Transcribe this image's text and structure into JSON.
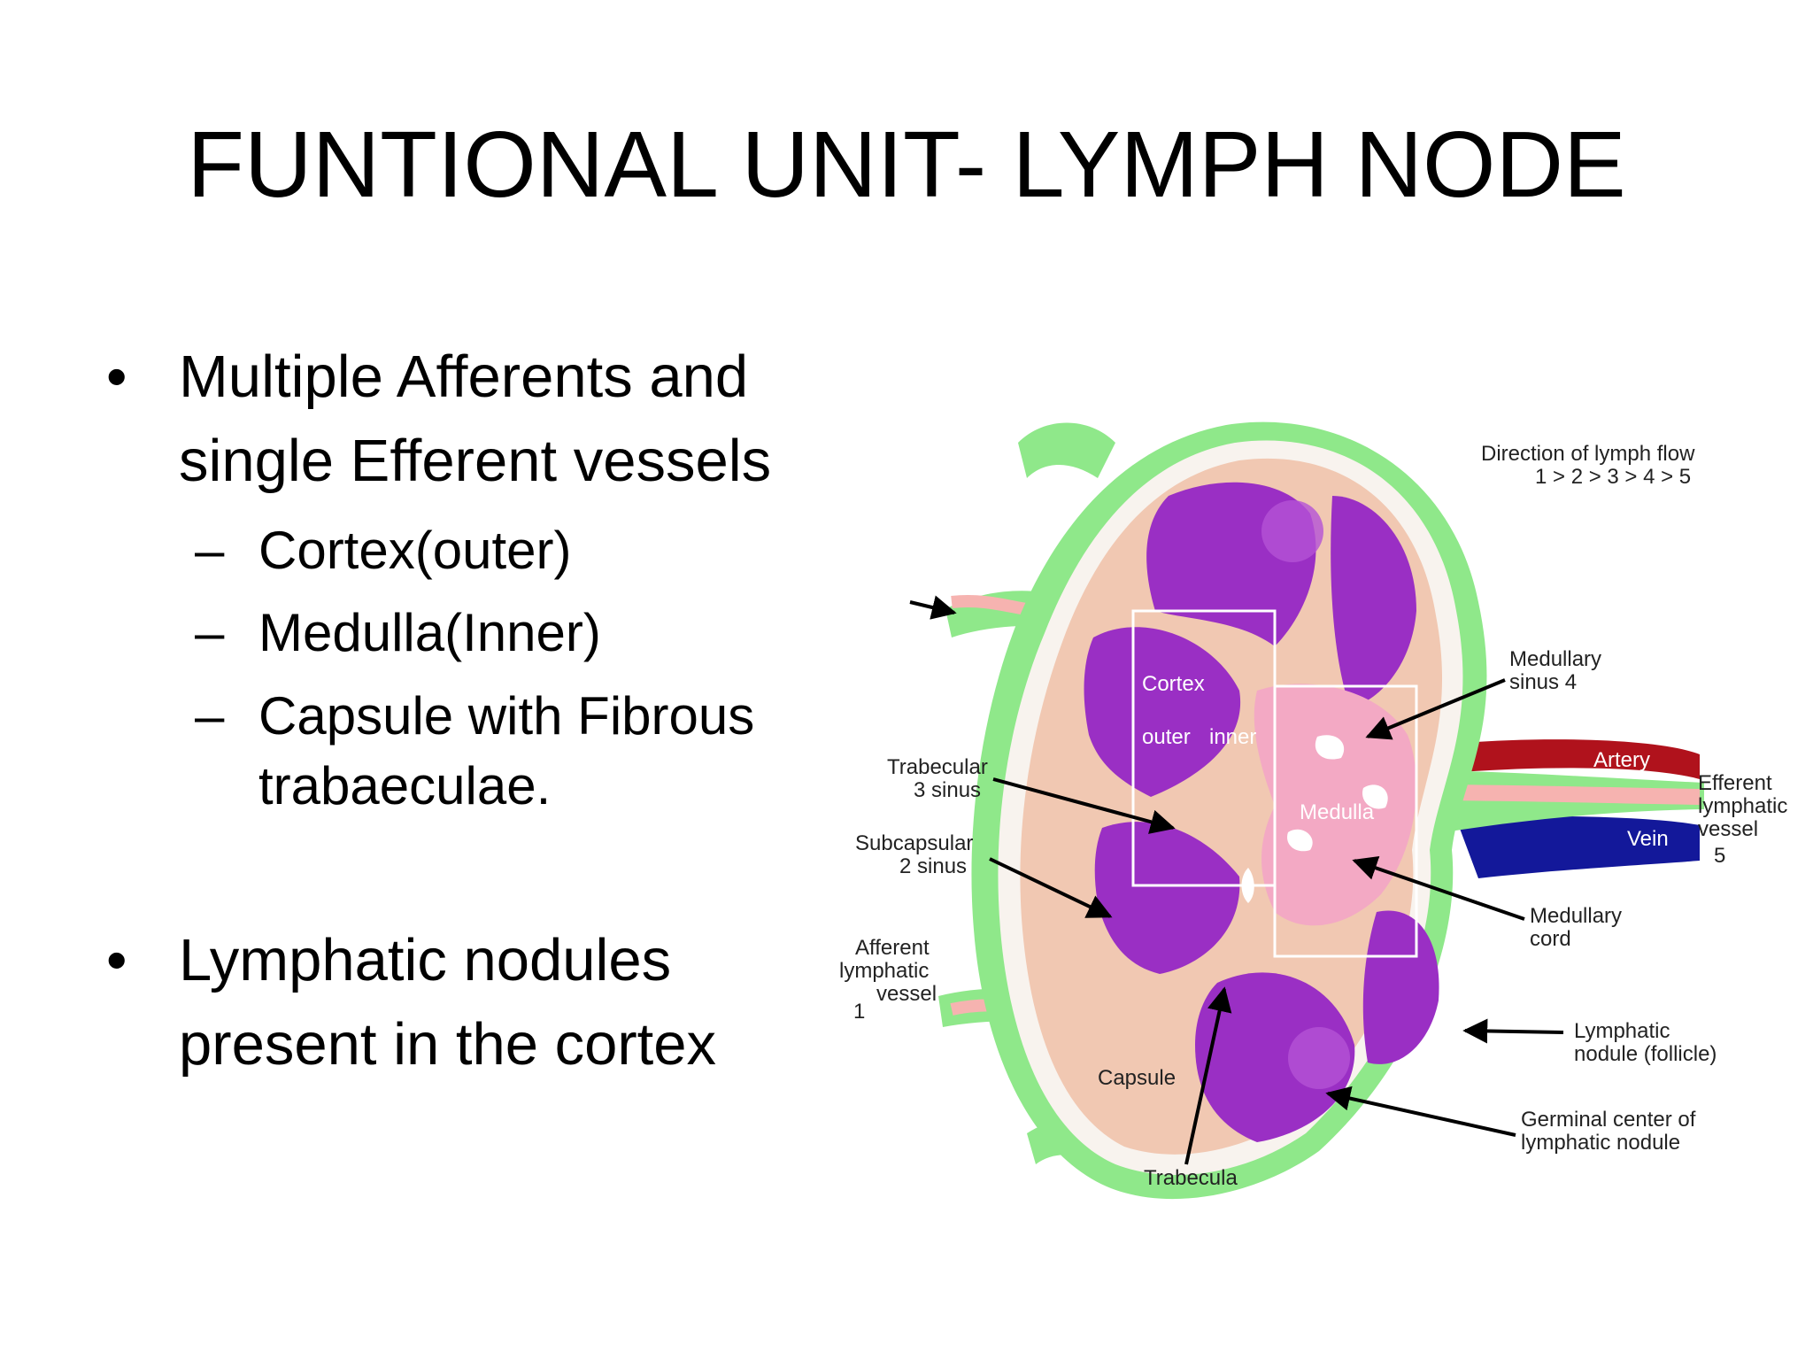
{
  "title": "FUNTIONAL UNIT- LYMPH NODE",
  "bullets": [
    {
      "text": "Multiple Afferents and single Efferent vessels",
      "children": [
        "Cortex(outer)",
        "Medulla(Inner)",
        "Capsule  with Fibrous trabaeculae."
      ]
    },
    {
      "text": "Lymphatic nodules present in the cortex",
      "children": []
    }
  ],
  "diagram": {
    "flow_title": "Direction of lymph flow",
    "flow_sequence": "1 > 2 > 3 > 4 > 5",
    "cortex": "Cortex",
    "outer": "outer",
    "inner": "inner",
    "medulla": "Medulla",
    "medullary_sinus": "Medullary",
    "medullary_sinus_2": "sinus 4",
    "trabecular_sinus": "Trabecular",
    "trabecular_sinus_2": "3  sinus",
    "subcapsular_sinus": "Subcapsular",
    "subcapsular_sinus_2": "2  sinus",
    "afferent_1": "Afferent",
    "afferent_2": "lymphatic",
    "afferent_3": "vessel",
    "afferent_num": "1",
    "artery": "Artery",
    "vein": "Vein",
    "efferent_1": "Efferent",
    "efferent_2": "lymphatic",
    "efferent_3": "vessel",
    "efferent_num": "5",
    "medullary_cord": "Medullary",
    "medullary_cord_2": "cord",
    "nodule": "Lymphatic",
    "nodule_2": "nodule (follicle)",
    "germinal": "Germinal center of",
    "germinal_2": "lymphatic nodule",
    "capsule": "Capsule",
    "trabecula": "Trabecula"
  },
  "colors": {
    "capsule": "#8fe88a",
    "cortex_purple": "#9a2fc4",
    "medulla_pink": "#f3a9c4",
    "artery": "#b0121c",
    "vein": "#13189a"
  }
}
